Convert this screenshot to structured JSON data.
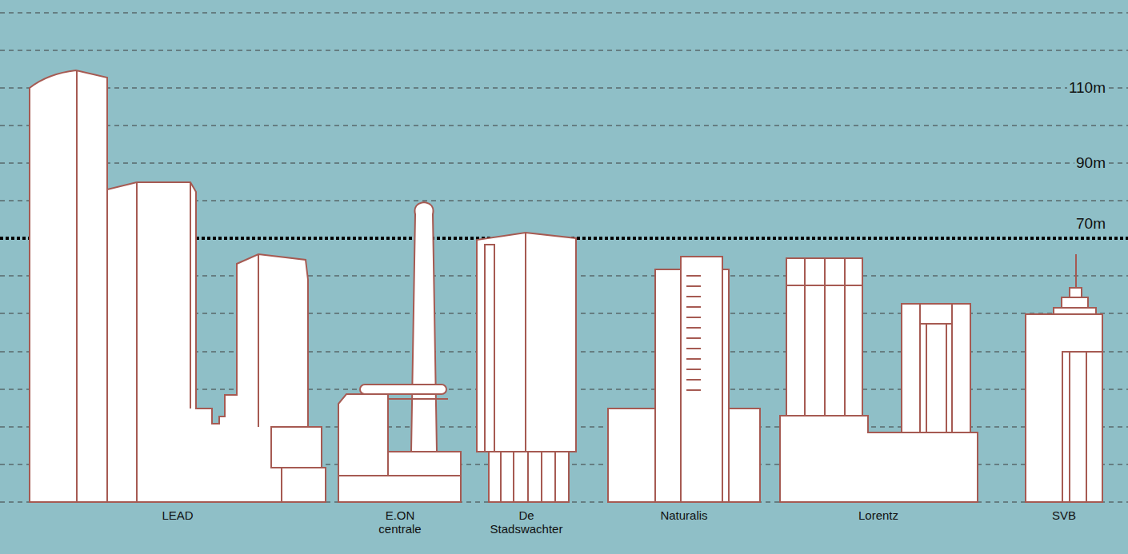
{
  "diagram": {
    "labels": [
      "110m",
      "90m",
      "70m",
      "LEAD",
      "E.ON centrale",
      "De Stadswachter",
      "Naturalis",
      "Lorentz",
      "SVB"
    ]
  }
}
